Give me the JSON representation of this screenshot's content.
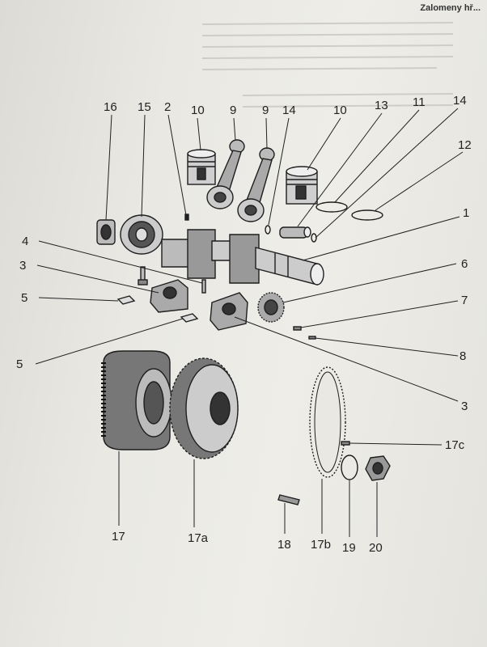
{
  "header": {
    "text": "Zalomeny hř..."
  },
  "labels": [
    "16",
    "15",
    "2",
    "10",
    "9",
    "9",
    "14",
    "10",
    "13",
    "11",
    "14",
    "12",
    "1",
    "4",
    "3",
    "5",
    "6",
    "7",
    "5",
    "8",
    "3",
    "17c",
    "17",
    "17a",
    "18",
    "17b",
    "19",
    "20"
  ],
  "colors": {
    "ink": "#1e1e1e",
    "paper": "#e9e8e3"
  }
}
